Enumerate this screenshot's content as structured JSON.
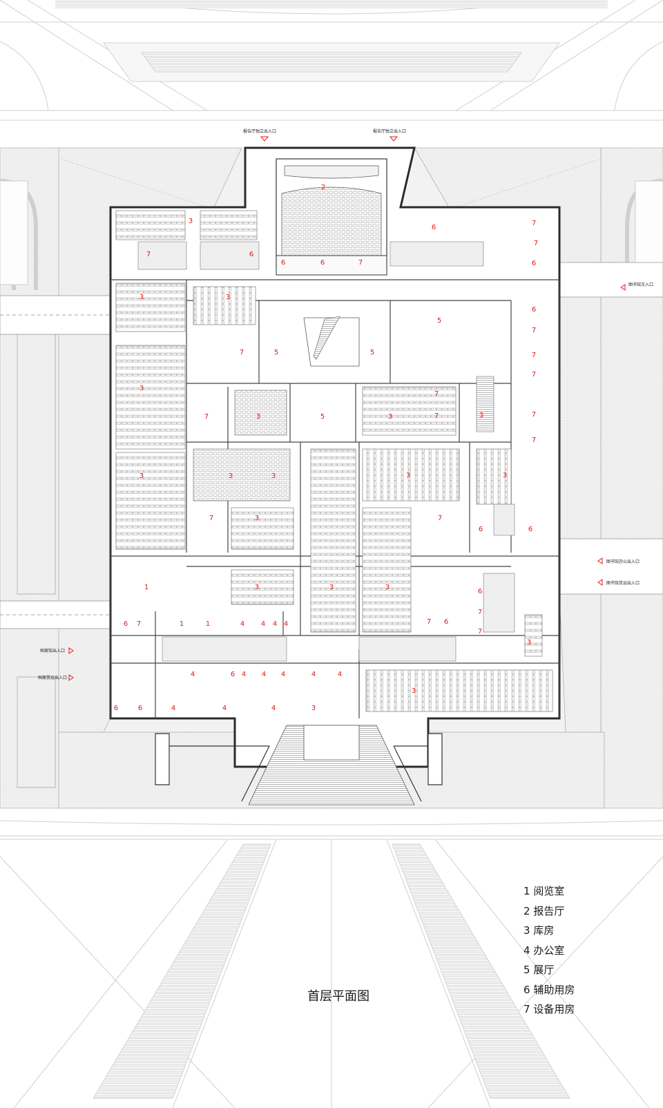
{
  "figure_title": "首层平面图",
  "legend": [
    {
      "num": "1",
      "name": "阅览室"
    },
    {
      "num": "2",
      "name": "报告厅"
    },
    {
      "num": "3",
      "name": "库房"
    },
    {
      "num": "4",
      "name": "办公室"
    },
    {
      "num": "5",
      "name": "展厅"
    },
    {
      "num": "6",
      "name": "辅助用房"
    },
    {
      "num": "7",
      "name": "设备用房"
    }
  ],
  "entrances": [
    {
      "text": "报告厅独立出入口"
    },
    {
      "text": "报告厅独立出入口"
    },
    {
      "text": "图书馆次入口"
    },
    {
      "text": "图书馆办公出入口"
    },
    {
      "text": "图书馆货运出入口"
    },
    {
      "text": "档案馆出入口"
    },
    {
      "text": "档案货运出入口"
    }
  ],
  "room_labels": [
    {
      "n": "2"
    },
    {
      "n": "3"
    },
    {
      "n": "7"
    },
    {
      "n": "6"
    },
    {
      "n": "6"
    },
    {
      "n": "6"
    },
    {
      "n": "7"
    },
    {
      "n": "6"
    },
    {
      "n": "7"
    },
    {
      "n": "7"
    },
    {
      "n": "6"
    },
    {
      "n": "3"
    },
    {
      "n": "3"
    },
    {
      "n": "7"
    },
    {
      "n": "5"
    },
    {
      "n": "5"
    },
    {
      "n": "5"
    },
    {
      "n": "6"
    },
    {
      "n": "7"
    },
    {
      "n": "7"
    },
    {
      "n": "7"
    },
    {
      "n": "7"
    },
    {
      "n": "3"
    },
    {
      "n": "7"
    },
    {
      "n": "3"
    },
    {
      "n": "5"
    },
    {
      "n": "3"
    },
    {
      "n": "7"
    },
    {
      "n": "7"
    },
    {
      "n": "3"
    },
    {
      "n": "7"
    },
    {
      "n": "3"
    },
    {
      "n": "3"
    },
    {
      "n": "3"
    },
    {
      "n": "3"
    },
    {
      "n": "3"
    },
    {
      "n": "7"
    },
    {
      "n": "3"
    },
    {
      "n": "7"
    },
    {
      "n": "6"
    },
    {
      "n": "6"
    },
    {
      "n": "1"
    },
    {
      "n": "3"
    },
    {
      "n": "3"
    },
    {
      "n": "3"
    },
    {
      "n": "6"
    },
    {
      "n": "7"
    },
    {
      "n": "7"
    },
    {
      "n": "6"
    },
    {
      "n": "7"
    },
    {
      "n": "6"
    },
    {
      "n": "7"
    },
    {
      "n": "1"
    },
    {
      "n": "1"
    },
    {
      "n": "4"
    },
    {
      "n": "4"
    },
    {
      "n": "4"
    },
    {
      "n": "4"
    },
    {
      "n": "3"
    },
    {
      "n": "4"
    },
    {
      "n": "6"
    },
    {
      "n": "4"
    },
    {
      "n": "4"
    },
    {
      "n": "4"
    },
    {
      "n": "4"
    },
    {
      "n": "4"
    },
    {
      "n": "6"
    },
    {
      "n": "6"
    },
    {
      "n": "4"
    },
    {
      "n": "4"
    },
    {
      "n": "4"
    },
    {
      "n": "3"
    },
    {
      "n": "3"
    }
  ]
}
